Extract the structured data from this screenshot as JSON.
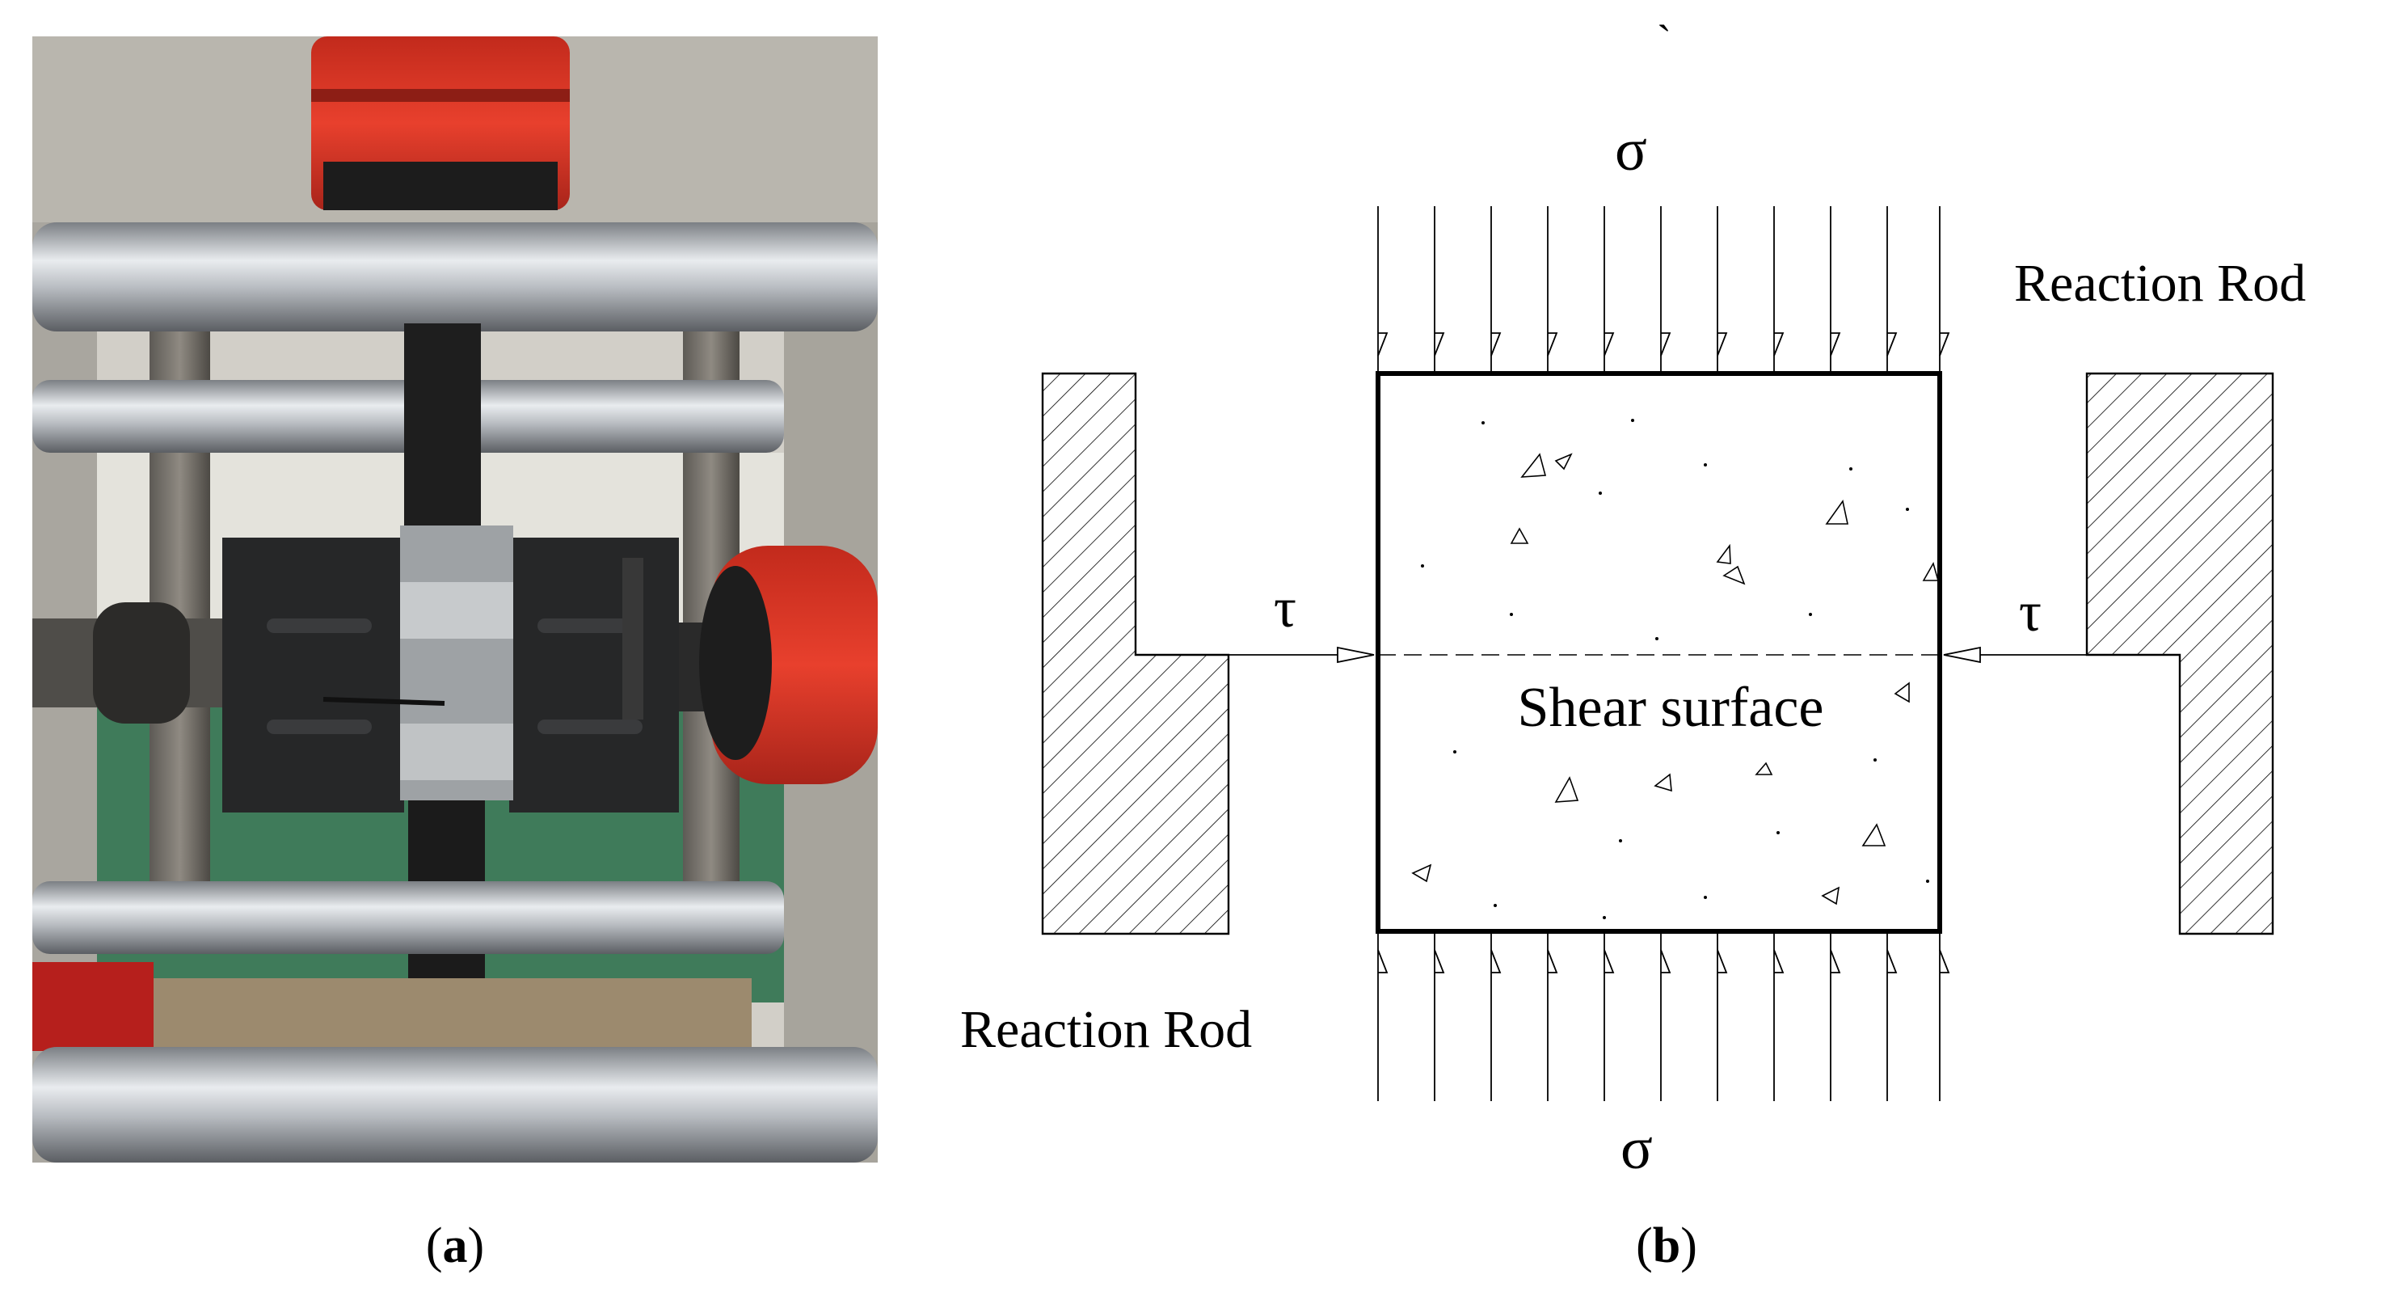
{
  "panel_a": {
    "caption_open": "(",
    "caption_letter": "a",
    "caption_close": ")"
  },
  "panel_b": {
    "backtick": "`",
    "sigma_top": "σ",
    "sigma_bottom": "σ",
    "tau_left": "τ",
    "tau_right": "τ",
    "reaction_rod_top_right": "Reaction Rod",
    "reaction_rod_bottom_left": "Reaction Rod",
    "shear_surface": "Shear surface",
    "caption_open": "(",
    "caption_letter": "b",
    "caption_close": ")"
  },
  "colors": {
    "frame_grey": "#b7b4ae",
    "machine_red": "#d63223",
    "steel": "#c9ccd0",
    "dark_block": "#262728",
    "wall_green": "#3f7b5a",
    "line_black": "#000000"
  }
}
